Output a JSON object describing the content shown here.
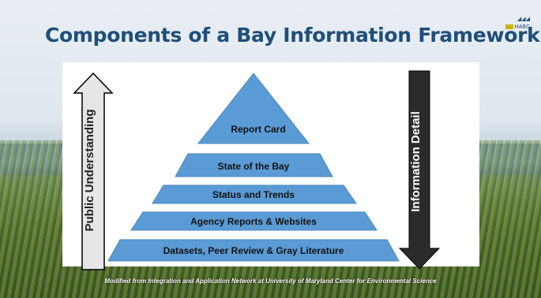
{
  "slide": {
    "title": "Components of a Bay Information Framework",
    "logo_text": "HABC",
    "footer_note": "Modified from Integration and Application Network at University of Maryland Center for Environmental Science"
  },
  "pyramid": {
    "fill": "#5b9bd5",
    "stroke": "#4a86bf",
    "levels": [
      {
        "label": "Report Card"
      },
      {
        "label": "State of the Bay"
      },
      {
        "label": "Status and Trends"
      },
      {
        "label": "Agency Reports & Websites"
      },
      {
        "label": "Datasets, Peer Review & Gray Literature"
      }
    ]
  },
  "arrows": {
    "left": {
      "label": "Public Understanding",
      "direction": "up",
      "fill": "#e6e6e6"
    },
    "right": {
      "label": "Information Detail",
      "direction": "down",
      "fill": "#2b2b2b"
    }
  }
}
